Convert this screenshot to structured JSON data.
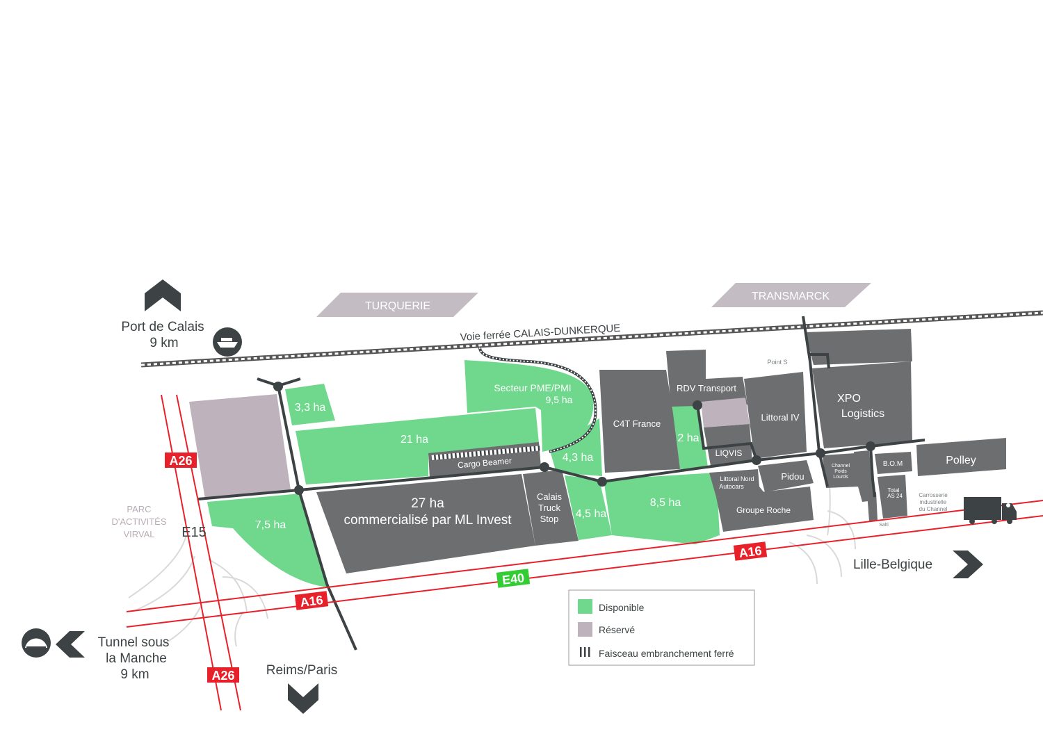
{
  "colors": {
    "available": "#6fd88d",
    "reserved": "#beb2bc",
    "built": "#6d6e70",
    "road": "#e8202a",
    "e40_badge": "#33cc33",
    "icon": "#3d4345"
  },
  "districts": {
    "turquerie": "TURQUERIE",
    "transmarck": "TRANSMARCK"
  },
  "railway": {
    "label": "Voie ferrée CALAIS-DUNKERQUE"
  },
  "destinations": {
    "port_line1": "Port de Calais",
    "port_line2": "9 km",
    "tunnel_line1": "Tunnel sous",
    "tunnel_line2": "la Manche",
    "tunnel_line3": "9 km",
    "reims": "Reims/Paris",
    "lille": "Lille-Belgique"
  },
  "roads": {
    "a26_north": "A26",
    "a26_south": "A26",
    "e15": "E15",
    "a16_west": "A16",
    "a16_east": "A16",
    "e40": "E40"
  },
  "virval": {
    "line1": "PARC",
    "line2": "D'ACTIVITÉS",
    "line3": "VIRVAL"
  },
  "plots": {
    "p33": "3,3 ha",
    "p21": "21 ha",
    "pme_line1": "Secteur PME/PMI",
    "pme_line2": "9,5 ha",
    "cargo": "Cargo Beamer",
    "p43": "4,3 ha",
    "p27_line1": "27 ha",
    "p27_line2": "commercialisé par ML Invest",
    "truck_line1": "Calais",
    "truck_line2": "Truck",
    "truck_line3": "Stop",
    "p45": "4,5 ha",
    "p85": "8,5 ha",
    "p75": "7,5 ha",
    "c4t": "C4T France",
    "rdv": "RDV Transport",
    "p2": "2 ha",
    "liqvis": "LIQVIS",
    "littoral4": "Littoral IV",
    "littoral_nord_line1": "Littoral Nord",
    "littoral_nord_line2": "Autocars",
    "pidou": "Pidou",
    "roche": "Groupe Roche",
    "xpo_line1": "XPO",
    "xpo_line2": "Logistics",
    "point_s": "Point S",
    "channel_line1": "Channel",
    "channel_line2": "Poids",
    "channel_line3": "Lourds",
    "bom": "B.O.M",
    "polley": "Polley",
    "total_line1": "Total",
    "total_line2": "AS 24",
    "salti": "Salti",
    "carrosserie_line1": "Carrosserie",
    "carrosserie_line2": "industrielle",
    "carrosserie_line3": "du Channel"
  },
  "legend": {
    "available": "Disponible",
    "reserved": "Réservé",
    "rail_siding": "Faisceau embranchement ferré"
  },
  "icons": {
    "north": "chevron-up-icon",
    "south": "chevron-down-icon",
    "east": "chevron-right-icon",
    "west": "chevron-left-icon",
    "ship": "ship-icon",
    "tunnel": "tunnel-icon",
    "truck": "truck-icon"
  }
}
